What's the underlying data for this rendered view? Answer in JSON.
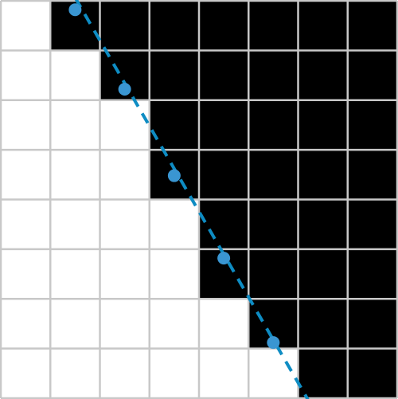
{
  "grid": {
    "rows": 8,
    "cols": 8,
    "cells": [
      [
        0,
        1,
        1,
        1,
        1,
        1,
        1,
        1
      ],
      [
        0,
        0,
        1,
        1,
        1,
        1,
        1,
        1
      ],
      [
        0,
        0,
        0,
        1,
        1,
        1,
        1,
        1
      ],
      [
        0,
        0,
        0,
        1,
        1,
        1,
        1,
        1
      ],
      [
        0,
        0,
        0,
        0,
        1,
        1,
        1,
        1
      ],
      [
        0,
        0,
        0,
        0,
        1,
        1,
        1,
        1
      ],
      [
        0,
        0,
        0,
        0,
        0,
        1,
        1,
        1
      ],
      [
        0,
        0,
        0,
        0,
        0,
        0,
        1,
        1
      ]
    ],
    "filled_color": "#000000",
    "empty_color": "#ffffff",
    "gridline_color": "#c8c8c8"
  },
  "line": {
    "color": "#0e8cc3",
    "style": "dashed",
    "start_grid": [
      1.5,
      0.0
    ],
    "end_grid": [
      6.2,
      8.0
    ]
  },
  "points": {
    "color": "#3a96d2",
    "grid": [
      [
        1.5,
        0.18
      ],
      [
        2.5,
        1.78
      ],
      [
        3.5,
        3.52
      ],
      [
        4.5,
        5.18
      ],
      [
        5.5,
        6.88
      ]
    ]
  }
}
